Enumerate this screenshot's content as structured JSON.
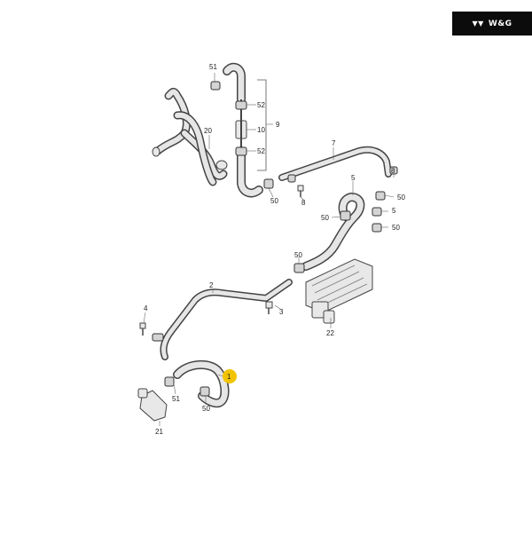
{
  "brand": {
    "name": "W&G",
    "icon": "wing-logo-icon"
  },
  "callouts": [
    {
      "id": "c1",
      "text": "1",
      "highlight": true
    },
    {
      "id": "c2",
      "text": "2"
    },
    {
      "id": "c3",
      "text": "3"
    },
    {
      "id": "c4",
      "text": "4"
    },
    {
      "id": "c5a",
      "text": "5"
    },
    {
      "id": "c5b",
      "text": "5"
    },
    {
      "id": "c7",
      "text": "7"
    },
    {
      "id": "c8a",
      "text": "8"
    },
    {
      "id": "c8b",
      "text": "8"
    },
    {
      "id": "c9",
      "text": "9"
    },
    {
      "id": "c10",
      "text": "10"
    },
    {
      "id": "c20",
      "text": "20"
    },
    {
      "id": "c21",
      "text": "21"
    },
    {
      "id": "c22",
      "text": "22"
    },
    {
      "id": "c50a",
      "text": "50"
    },
    {
      "id": "c50b",
      "text": "50"
    },
    {
      "id": "c50c",
      "text": "50"
    },
    {
      "id": "c50d",
      "text": "50"
    },
    {
      "id": "c50e",
      "text": "50"
    },
    {
      "id": "c50f",
      "text": "50"
    },
    {
      "id": "c51a",
      "text": "51"
    },
    {
      "id": "c51b",
      "text": "51"
    },
    {
      "id": "c52a",
      "text": "52"
    },
    {
      "id": "c52b",
      "text": "52"
    }
  ],
  "colors": {
    "highlight": "#f2c400",
    "line": "#444444"
  }
}
